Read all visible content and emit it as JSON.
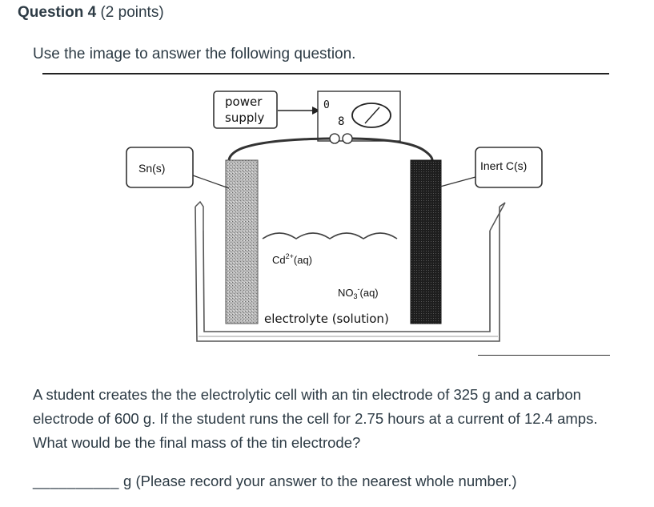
{
  "question": {
    "title_bold": "Question 4",
    "points": " (2 points)",
    "instruction": "Use the image to answer the following question."
  },
  "diagram": {
    "power_line1": "power",
    "power_line2": "supply",
    "left_electrode": "Sn(s)",
    "right_electrode": "Inert C(s)",
    "ion1_main": "Cd",
    "ion1_sup": "2+",
    "ion1_tail": "(aq)",
    "ion2_main": "NO",
    "ion2_sub": "3",
    "ion2_sup": "-",
    "ion2_tail": "(aq)",
    "electrolyte": "electrolyte (solution)",
    "meter_digit1": "0",
    "meter_digit2": "8"
  },
  "body": {
    "text": "A student creates the the electrolytic cell with an tin electrode of 325 g and a carbon electrode of 600 g.  If the student runs the cell for 2.75 hours at a current of 12.4 amps.  What would be the final mass of the tin electrode?"
  },
  "answer": {
    "blank": "__________",
    "suffix": " g (Please record your answer to the nearest whole number.)"
  }
}
